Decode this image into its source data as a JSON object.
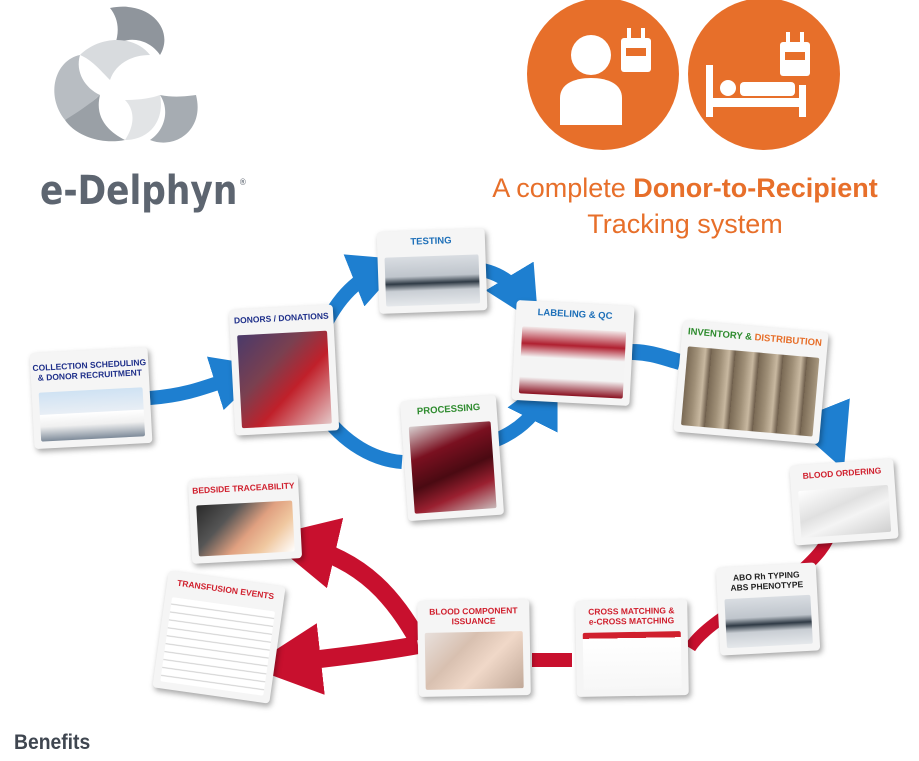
{
  "brand": {
    "name": "e-Delphyn",
    "trademark": "®",
    "logo_icon": "dolphin-swirl-logo"
  },
  "tagline": {
    "line1_prefix": "A complete ",
    "line1_bold": "Donor-to-Recipient",
    "line2": "Tracking system"
  },
  "header_icons": [
    "donor-blood-bag-icon",
    "patient-bed-blood-bag-icon"
  ],
  "colors": {
    "accent_orange": "#e76f2a",
    "flow_blue": "#1e7fd0",
    "flow_red": "#c8102e",
    "text_gray": "#5d6570"
  },
  "steps": {
    "collection": "COLLECTION SCHEDULING\n& DONOR RECRUITMENT",
    "donors": "DONORS / DONATIONS",
    "testing": "TESTING",
    "processing": "PROCESSING",
    "labeling": "LABELING & QC",
    "inventory_part1": "INVENTORY & ",
    "inventory_part2": "DISTRIBUTION",
    "ordering": "BLOOD ORDERING",
    "typing": "ABO Rh TYPING\nABS PHENOTYPE",
    "crossmatch": "CROSS MATCHING &\ne-CROSS MATCHING",
    "issuance": "BLOOD COMPONENT\nISSUANCE",
    "bedside": "BEDSIDE TRACEABILITY",
    "transfusion": "TRANSFUSION EVENTS"
  },
  "footer": {
    "benefits": "Benefits"
  }
}
